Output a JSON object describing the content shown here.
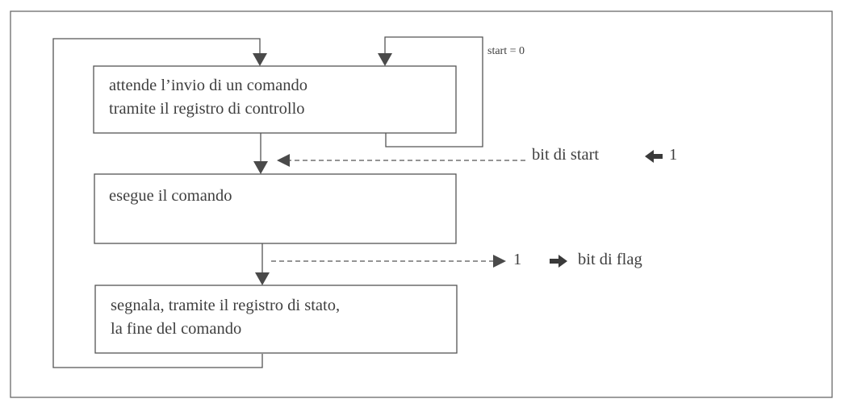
{
  "diagram": {
    "type": "flowchart",
    "boxes": [
      {
        "id": "wait",
        "lines": [
          "attende l’invio di un comando",
          "tramite il registro di controllo"
        ]
      },
      {
        "id": "execute",
        "lines": [
          "esegue il comando"
        ]
      },
      {
        "id": "signal",
        "lines": [
          "segnala, tramite il registro di stato,",
          "la fine del comando"
        ]
      }
    ],
    "labels": {
      "loop_condition": "start = 0",
      "start_bit": "bit di start",
      "start_bit_arrow": "←",
      "start_bit_value": "1",
      "flag_value": "1",
      "flag_arrow": "→",
      "flag_bit": "bit di flag"
    },
    "colors": {
      "stroke": "#555555",
      "text": "#3f3f3f",
      "background": "#ffffff"
    }
  }
}
